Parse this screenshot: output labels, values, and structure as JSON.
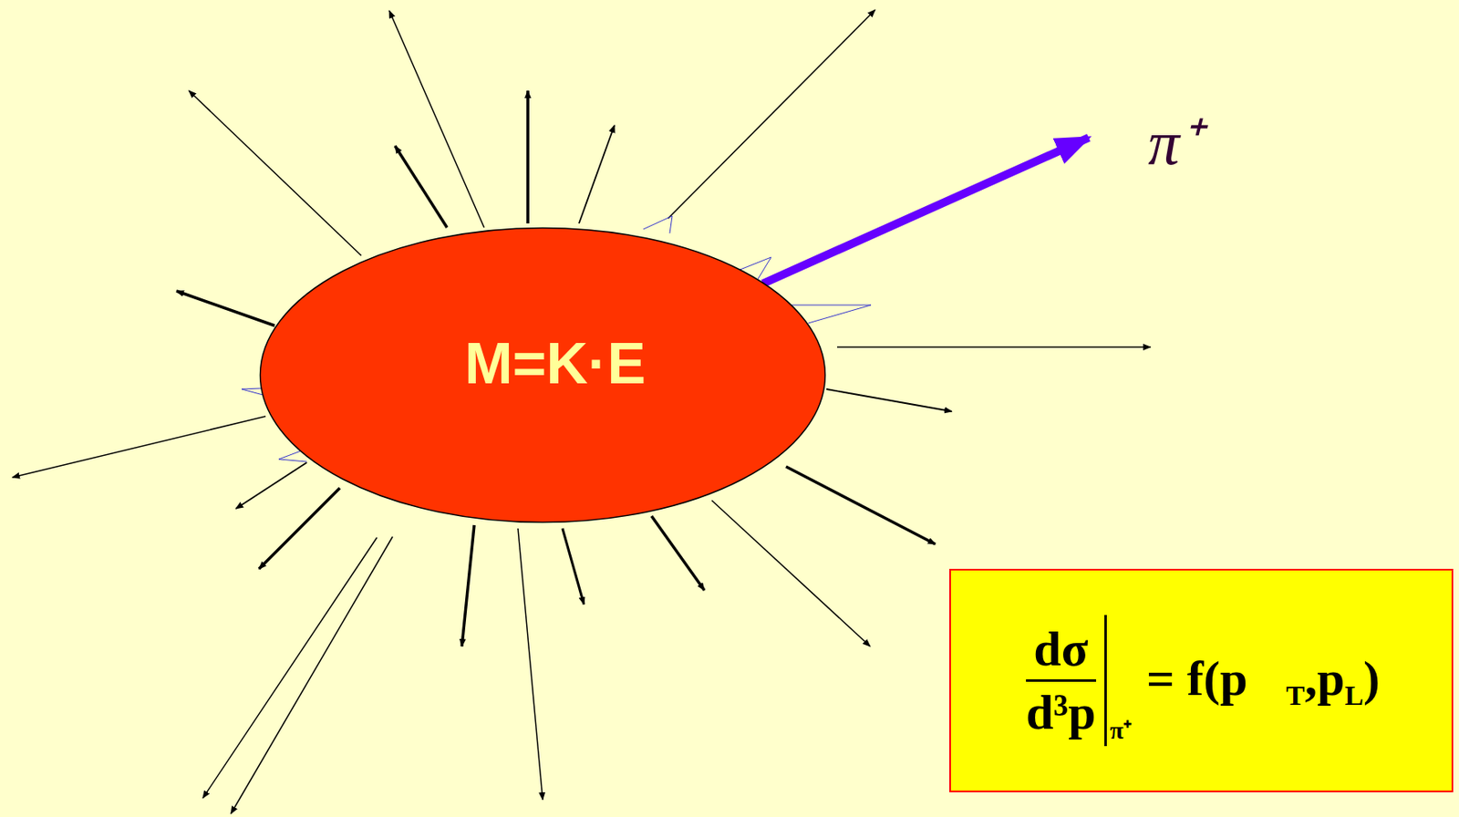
{
  "diagram": {
    "nodes": [
      {
        "text": [
          "M=K·E"
        ]
      },
      {
        "text": [
          "dσ",
          "d³p",
          "π⁺",
          "= f(p⃗",
          "T",
          ",p",
          "L",
          ")"
        ]
      }
    ],
    "labels": [
      "π⁺"
    ]
  }
}
